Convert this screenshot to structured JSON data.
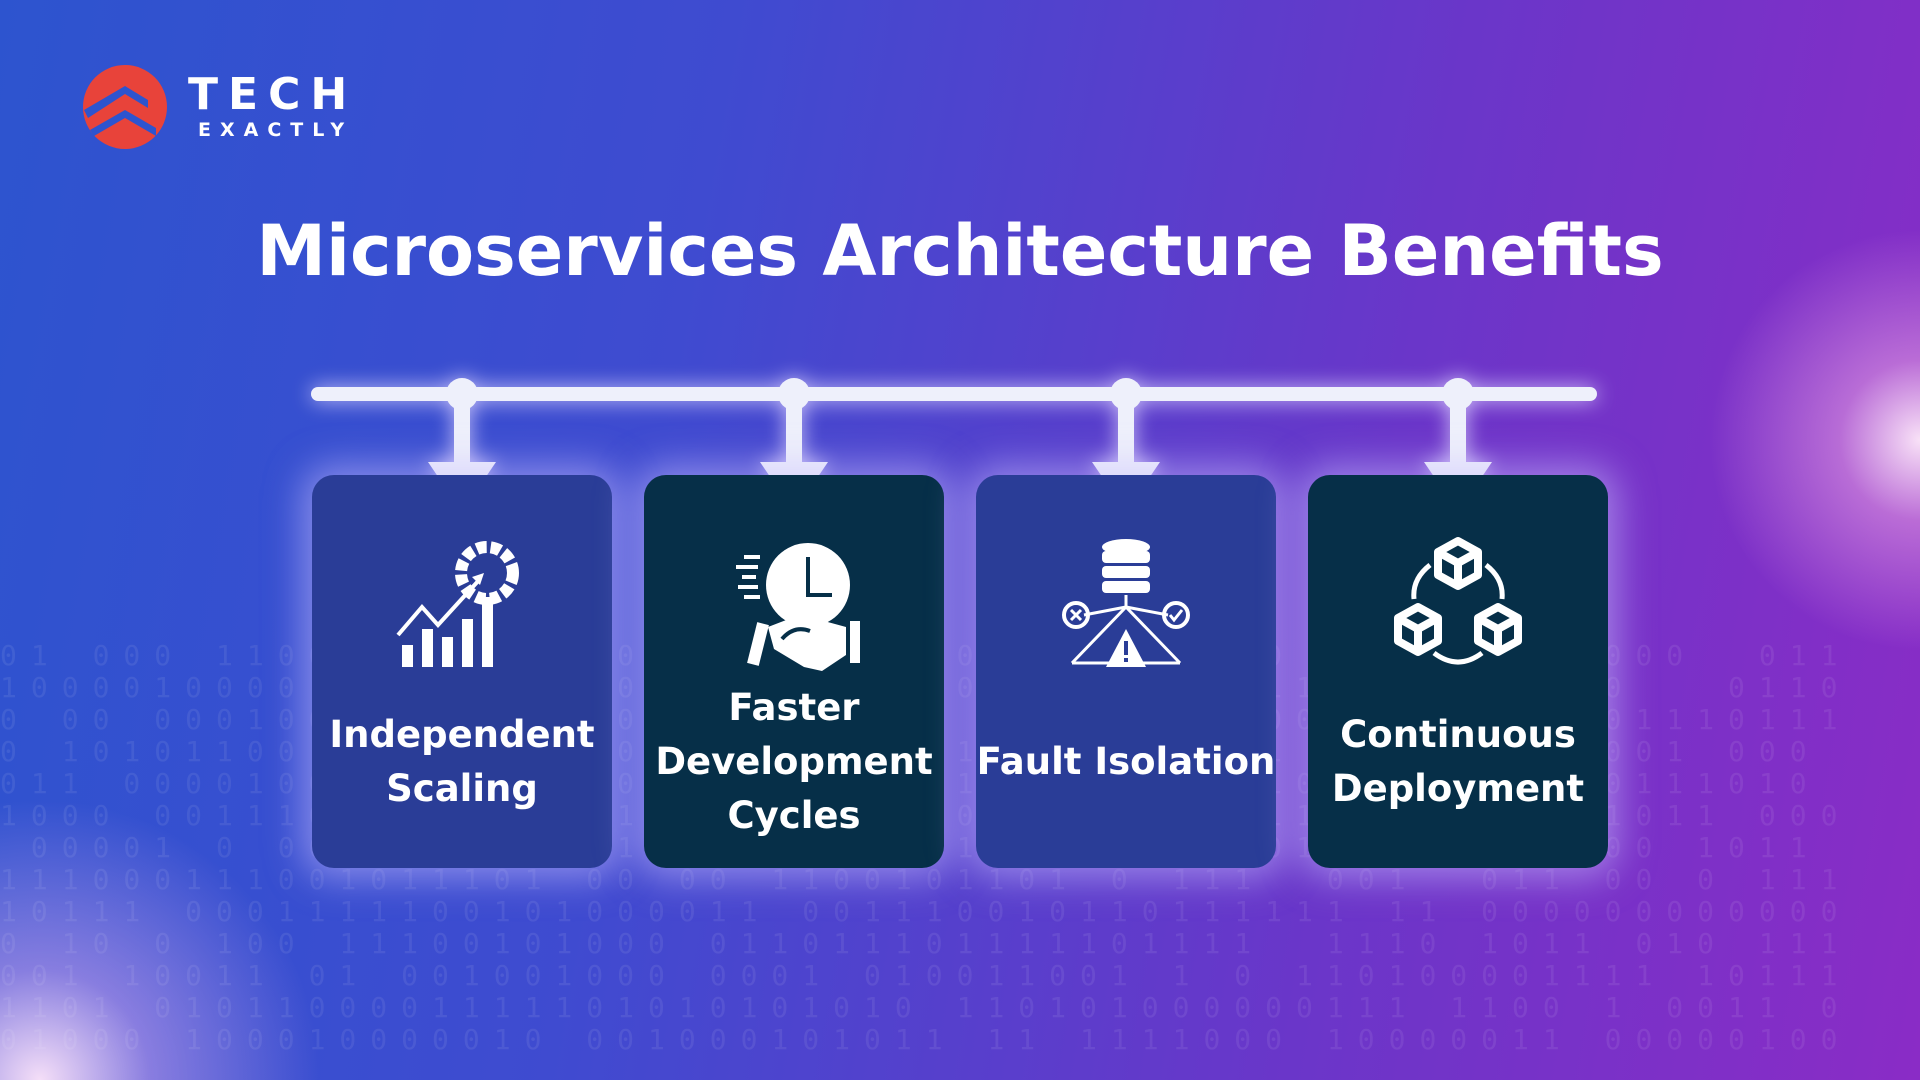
{
  "brand": {
    "name_line1": "TECH",
    "name_line2": "EXACTLY",
    "logo_color": "#e8433a"
  },
  "title": "Microservices Architecture Benefits",
  "cards": [
    {
      "label": "Independent Scaling",
      "icon": "growth-chart-gear-icon",
      "color": "#2a3d97"
    },
    {
      "label": "Faster Development Cycles",
      "icon": "clock-handshake-icon",
      "color": "#062f48"
    },
    {
      "label": "Fault Isolation",
      "icon": "database-warning-icon",
      "color": "#2a3d97"
    },
    {
      "label": "Continuous Deployment",
      "icon": "connected-cubes-icon",
      "color": "#062f48"
    }
  ]
}
